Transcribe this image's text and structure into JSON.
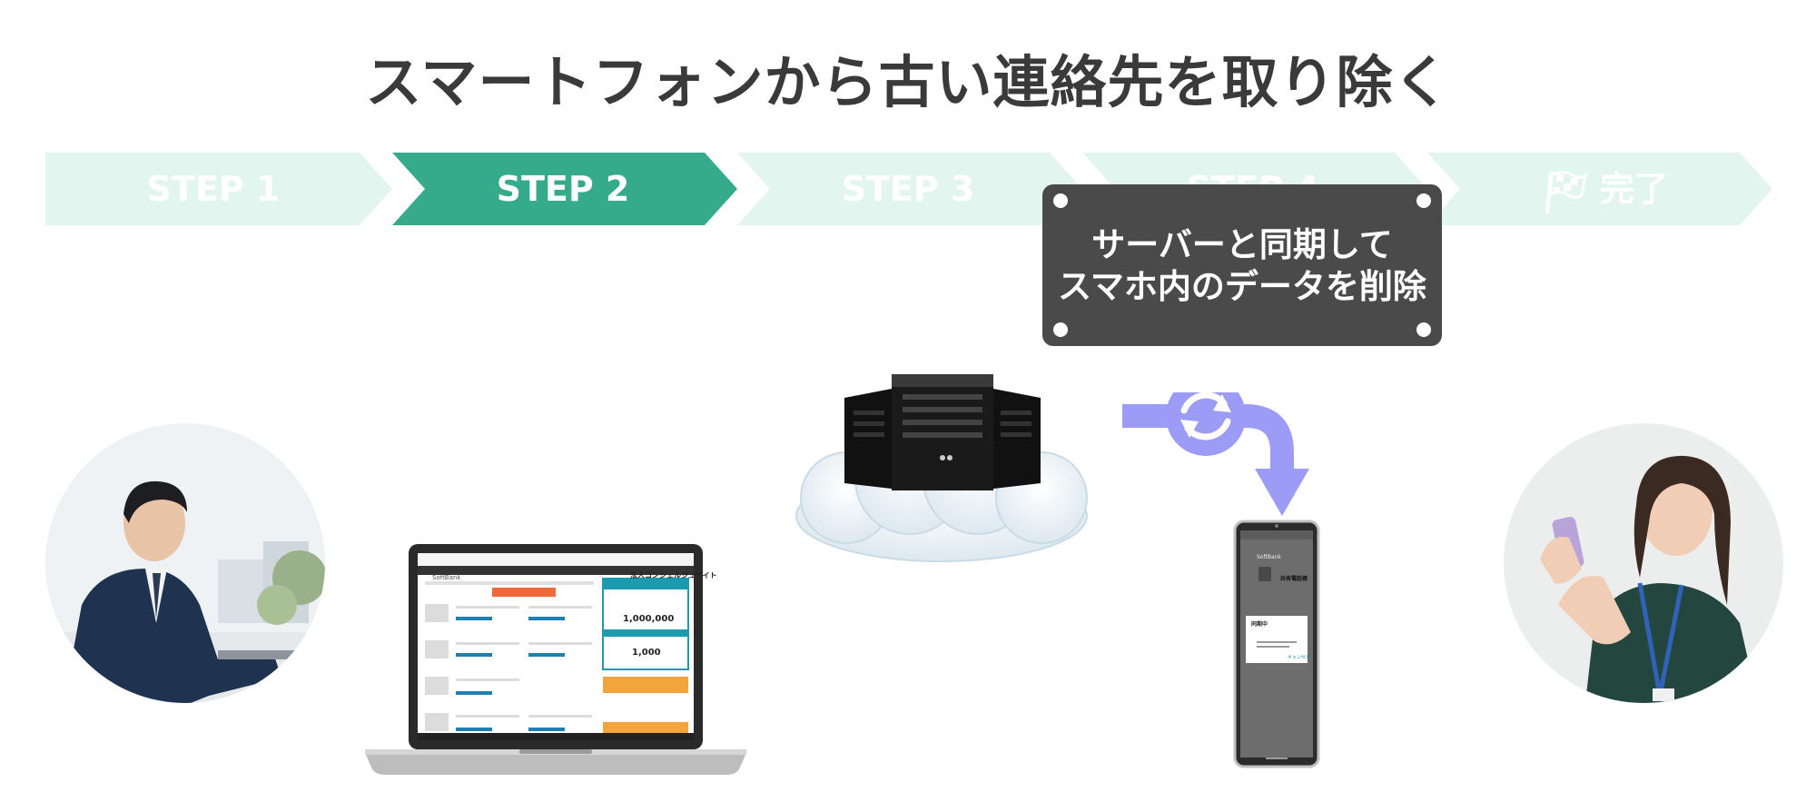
{
  "title": "スマートフォンから古い連絡先を取り除く",
  "steps": [
    {
      "label": "STEP 1",
      "active": false
    },
    {
      "label": "STEP 2",
      "active": true
    },
    {
      "label": "STEP 3",
      "active": false
    },
    {
      "label": "STEP 4",
      "active": false
    },
    {
      "label": "完了",
      "active": false
    }
  ],
  "callout": {
    "line1": "サーバーと同期して",
    "line2": "スマホ内のデータを削除"
  },
  "laptop_screen": {
    "brand": "SoftBank",
    "site_title": "法人コンシェルジュサイト",
    "amount": "1,000,000",
    "count": "1,000"
  },
  "phone_screen": {
    "brand": "SoftBank",
    "app_title": "共有電話帳",
    "dialog_title": "同期中",
    "dialog_cancel": "キャンセル"
  },
  "colors": {
    "step_active": "#35ab8b",
    "step_inactive": "#e2f5ee",
    "callout_bg": "#4a4a4a",
    "sync_arrow": "#9c9cf7",
    "title_text": "#3a3a3a"
  },
  "icons": {
    "complete": "checkered-flag-icon",
    "sync": "sync-icon"
  }
}
